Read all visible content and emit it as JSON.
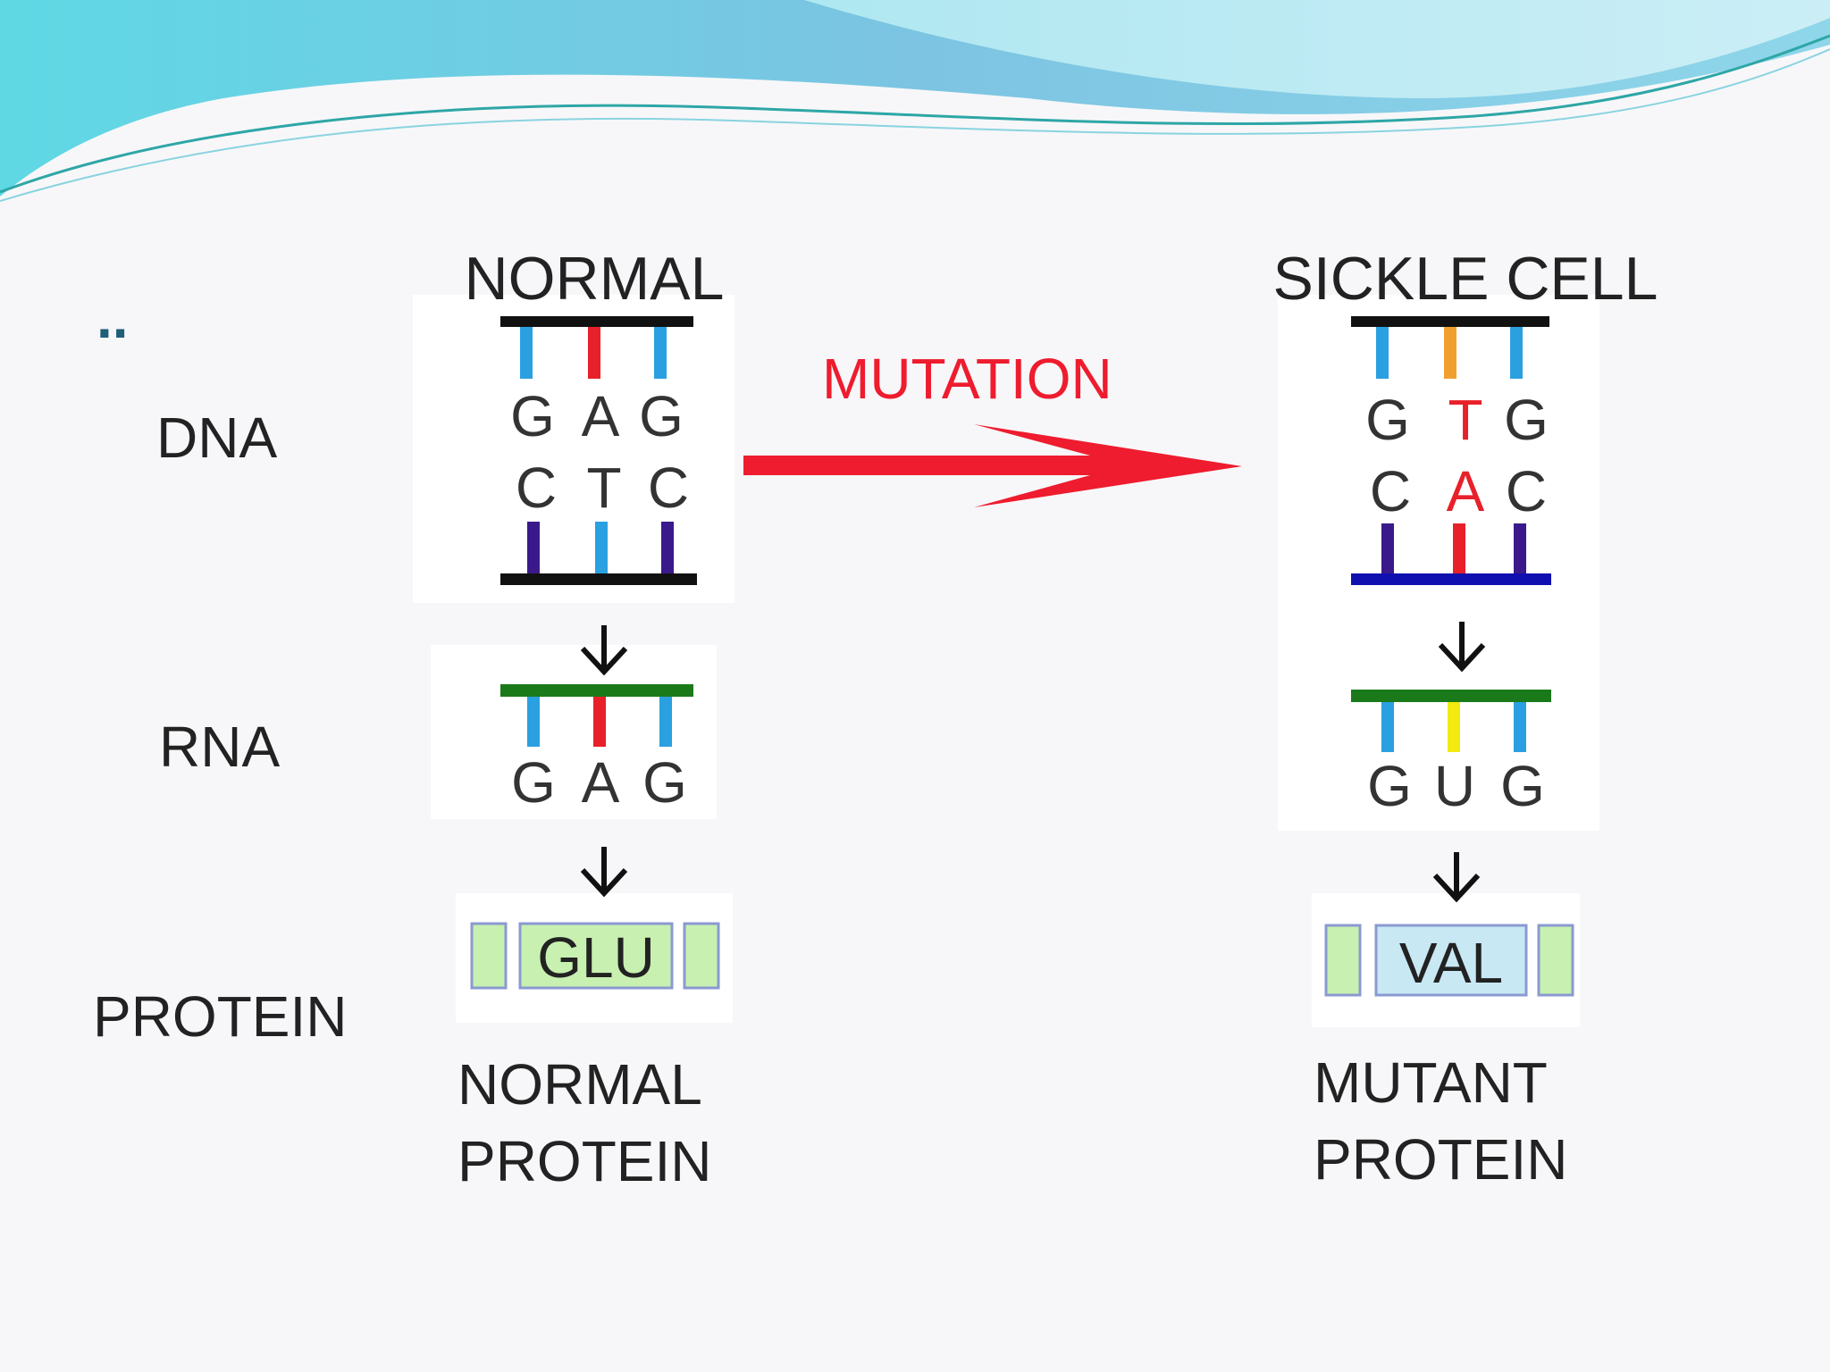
{
  "slide": {
    "bullet": "..",
    "row_labels": {
      "dna": "DNA",
      "rna": "RNA",
      "protein": "PROTEIN"
    },
    "arrow_label": "MUTATION",
    "normal": {
      "title": "NORMAL",
      "dna_top": [
        "G",
        "A",
        "G"
      ],
      "dna_bottom": [
        "C",
        "T",
        "C"
      ],
      "rna": [
        "G",
        "A",
        "G"
      ],
      "protein": "GLU",
      "caption_line1": "NORMAL",
      "caption_line2": "PROTEIN"
    },
    "sickle": {
      "title": "SICKLE CELL",
      "dna_top": [
        "G",
        "T",
        "G"
      ],
      "dna_bottom": [
        "C",
        "A",
        "C"
      ],
      "rna": [
        "G",
        "U",
        "G"
      ],
      "protein": "VAL",
      "caption_line1": "MUTANT",
      "caption_line2": "PROTEIN"
    }
  },
  "colors": {
    "title_teal": "#1f5f77",
    "mutation_red": "#ee1c2e",
    "base_blue": "#2aa0e0",
    "base_red": "#e8202a",
    "base_orange": "#f0a030",
    "base_purple": "#3a1a8a",
    "base_yellow": "#f2ea10",
    "rna_green": "#1a7a1a",
    "mutant_strand_blue": "#1010b0",
    "protein_green": "#c8f0b0",
    "protein_blue": "#c8e8f4"
  }
}
